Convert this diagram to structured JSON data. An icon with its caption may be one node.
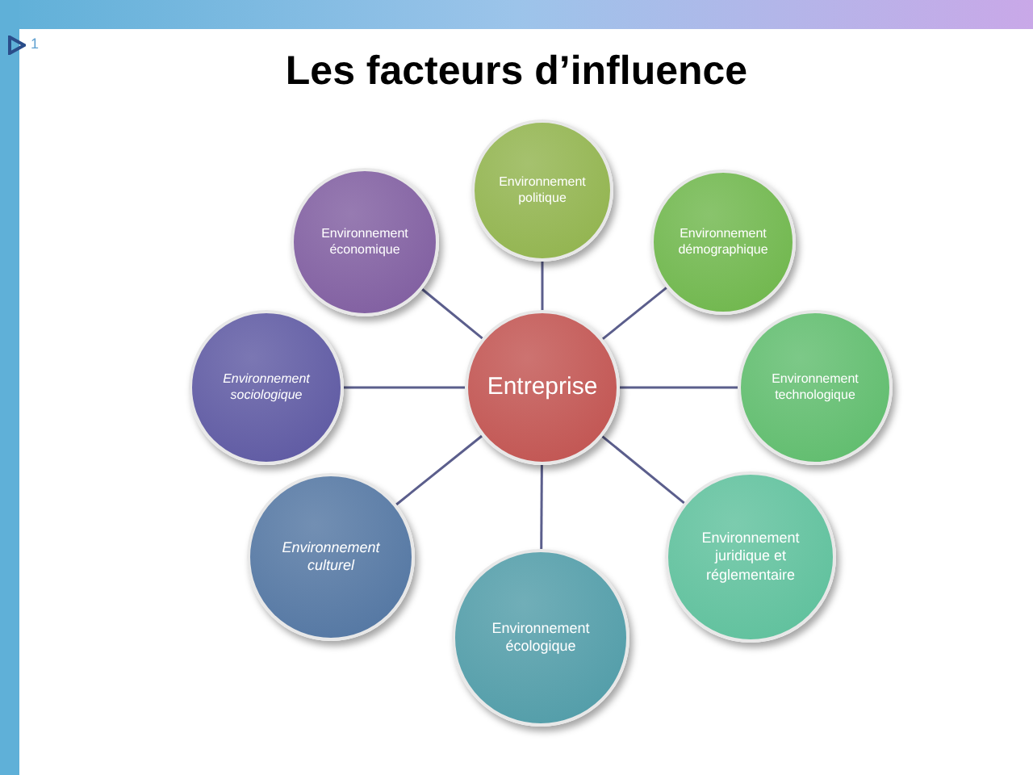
{
  "diagram": {
    "title": "Les facteurs d’influence",
    "nodes": [
      {
        "text": [
          "Entreprise"
        ]
      },
      {
        "text": [
          "Environnement politique"
        ]
      },
      {
        "text": [
          "Environnement économique"
        ]
      },
      {
        "text": [
          "Environnement démographique"
        ]
      },
      {
        "text": [
          "Environnement sociologique"
        ]
      },
      {
        "text": [
          "Environnement technologique"
        ]
      },
      {
        "text": [
          "Environnement culturel"
        ]
      },
      {
        "text": [
          "Environnement écologique"
        ]
      },
      {
        "text": [
          "Environnement juridique et réglementaire"
        ]
      }
    ],
    "edges": [
      {
        "from": 0,
        "to": 1,
        "arrow": "none"
      },
      {
        "from": 0,
        "to": 2,
        "arrow": "none"
      },
      {
        "from": 0,
        "to": 3,
        "arrow": "none"
      },
      {
        "from": 0,
        "to": 4,
        "arrow": "none"
      },
      {
        "from": 0,
        "to": 5,
        "arrow": "none"
      },
      {
        "from": 0,
        "to": 6,
        "arrow": "none"
      },
      {
        "from": 0,
        "to": 7,
        "arrow": "none"
      },
      {
        "from": 0,
        "to": 8,
        "arrow": "none"
      }
    ],
    "labels": [
      "1"
    ]
  }
}
